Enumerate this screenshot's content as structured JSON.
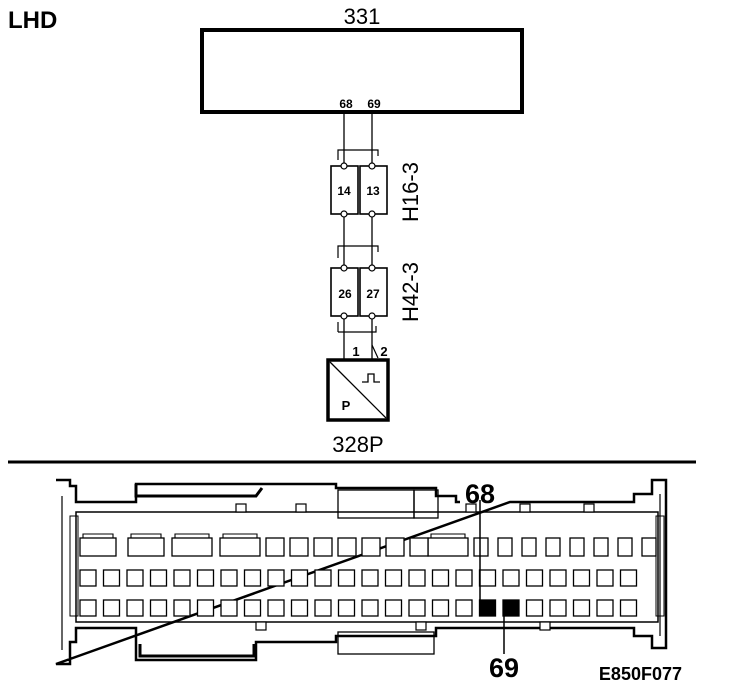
{
  "corner_label": "LHD",
  "module": {
    "id": "331",
    "pins": [
      "68",
      "69"
    ]
  },
  "connectors": [
    {
      "id": "H16-3",
      "pins": [
        "14",
        "13"
      ]
    },
    {
      "id": "H42-3",
      "pins": [
        "26",
        "27"
      ]
    }
  ],
  "sensor": {
    "id": "328P",
    "pins": [
      "1",
      "2"
    ],
    "symbol_letter": "P"
  },
  "connector_face": {
    "callout_top": "68",
    "callout_bottom": "69"
  },
  "figure_code": "E850F077"
}
